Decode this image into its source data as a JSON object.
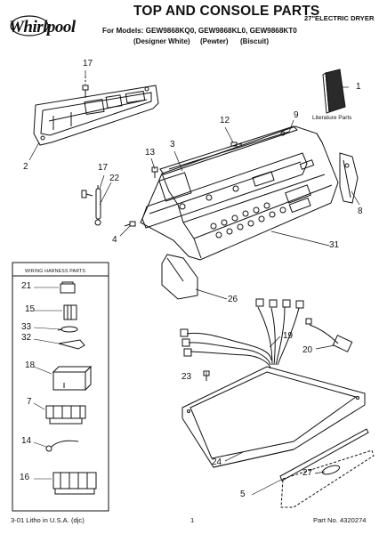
{
  "header": {
    "brand": "Whirlpool",
    "title": "TOP AND CONSOLE PARTS",
    "model_line": "For Models: GEW9868KQ0, GEW9868KL0, GEW9868KT0",
    "variants": [
      "(Designer White)",
      "(Pewter)",
      "(Biscuit)"
    ],
    "document_type": "27\"ELECTRIC DRYER"
  },
  "labels": {
    "literature_parts": "Literature Parts",
    "wiring_harness_parts": "WIRING HARNESS PARTS"
  },
  "callouts": [
    "17",
    "1",
    "2",
    "12",
    "9",
    "3",
    "13",
    "17",
    "22",
    "8",
    "4",
    "31",
    "26",
    "21",
    "15",
    "33",
    "32",
    "18",
    "7",
    "14",
    "16",
    "19",
    "20",
    "23",
    "24",
    "27",
    "5"
  ],
  "footer": {
    "left": "3-01 Litho in U.S.A. (djc)",
    "center": "1",
    "right": "Part No. 4320274"
  }
}
